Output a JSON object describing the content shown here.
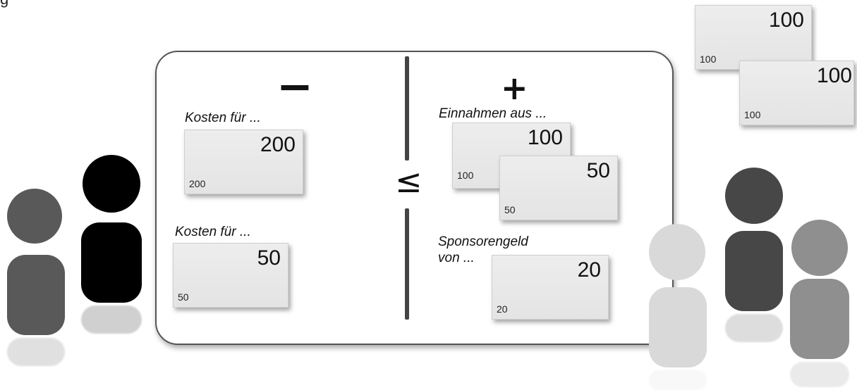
{
  "figure": {
    "corner_letter": "g"
  },
  "board": {
    "minus_sign": "−",
    "plus_sign": "+",
    "relation_symbol": "≤"
  },
  "left_side": {
    "items": [
      {
        "label": "Kosten für ...",
        "note_big": "200",
        "note_small": "200"
      },
      {
        "label": "Kosten für ...",
        "note_big": "50",
        "note_small": "50"
      }
    ]
  },
  "right_side": {
    "income_label": "Einnahmen aus ...",
    "income_notes": [
      {
        "note_big": "100",
        "note_small": "100"
      },
      {
        "note_big": "50",
        "note_small": "50"
      }
    ],
    "sponsor_label": "Sponsorengeld\nvon ...",
    "sponsor_note": {
      "note_big": "20",
      "note_small": "20"
    }
  },
  "loose_notes": [
    {
      "note_big": "100",
      "note_small": "100"
    },
    {
      "note_big": "100",
      "note_small": "100"
    }
  ],
  "colors": {
    "person_left_1": "#595959",
    "person_left_2": "#000000",
    "person_right_1": "#d9d9d9",
    "person_right_2": "#474747",
    "person_right_3": "#8f8f8f",
    "note_fill": "#e8e8e8"
  }
}
